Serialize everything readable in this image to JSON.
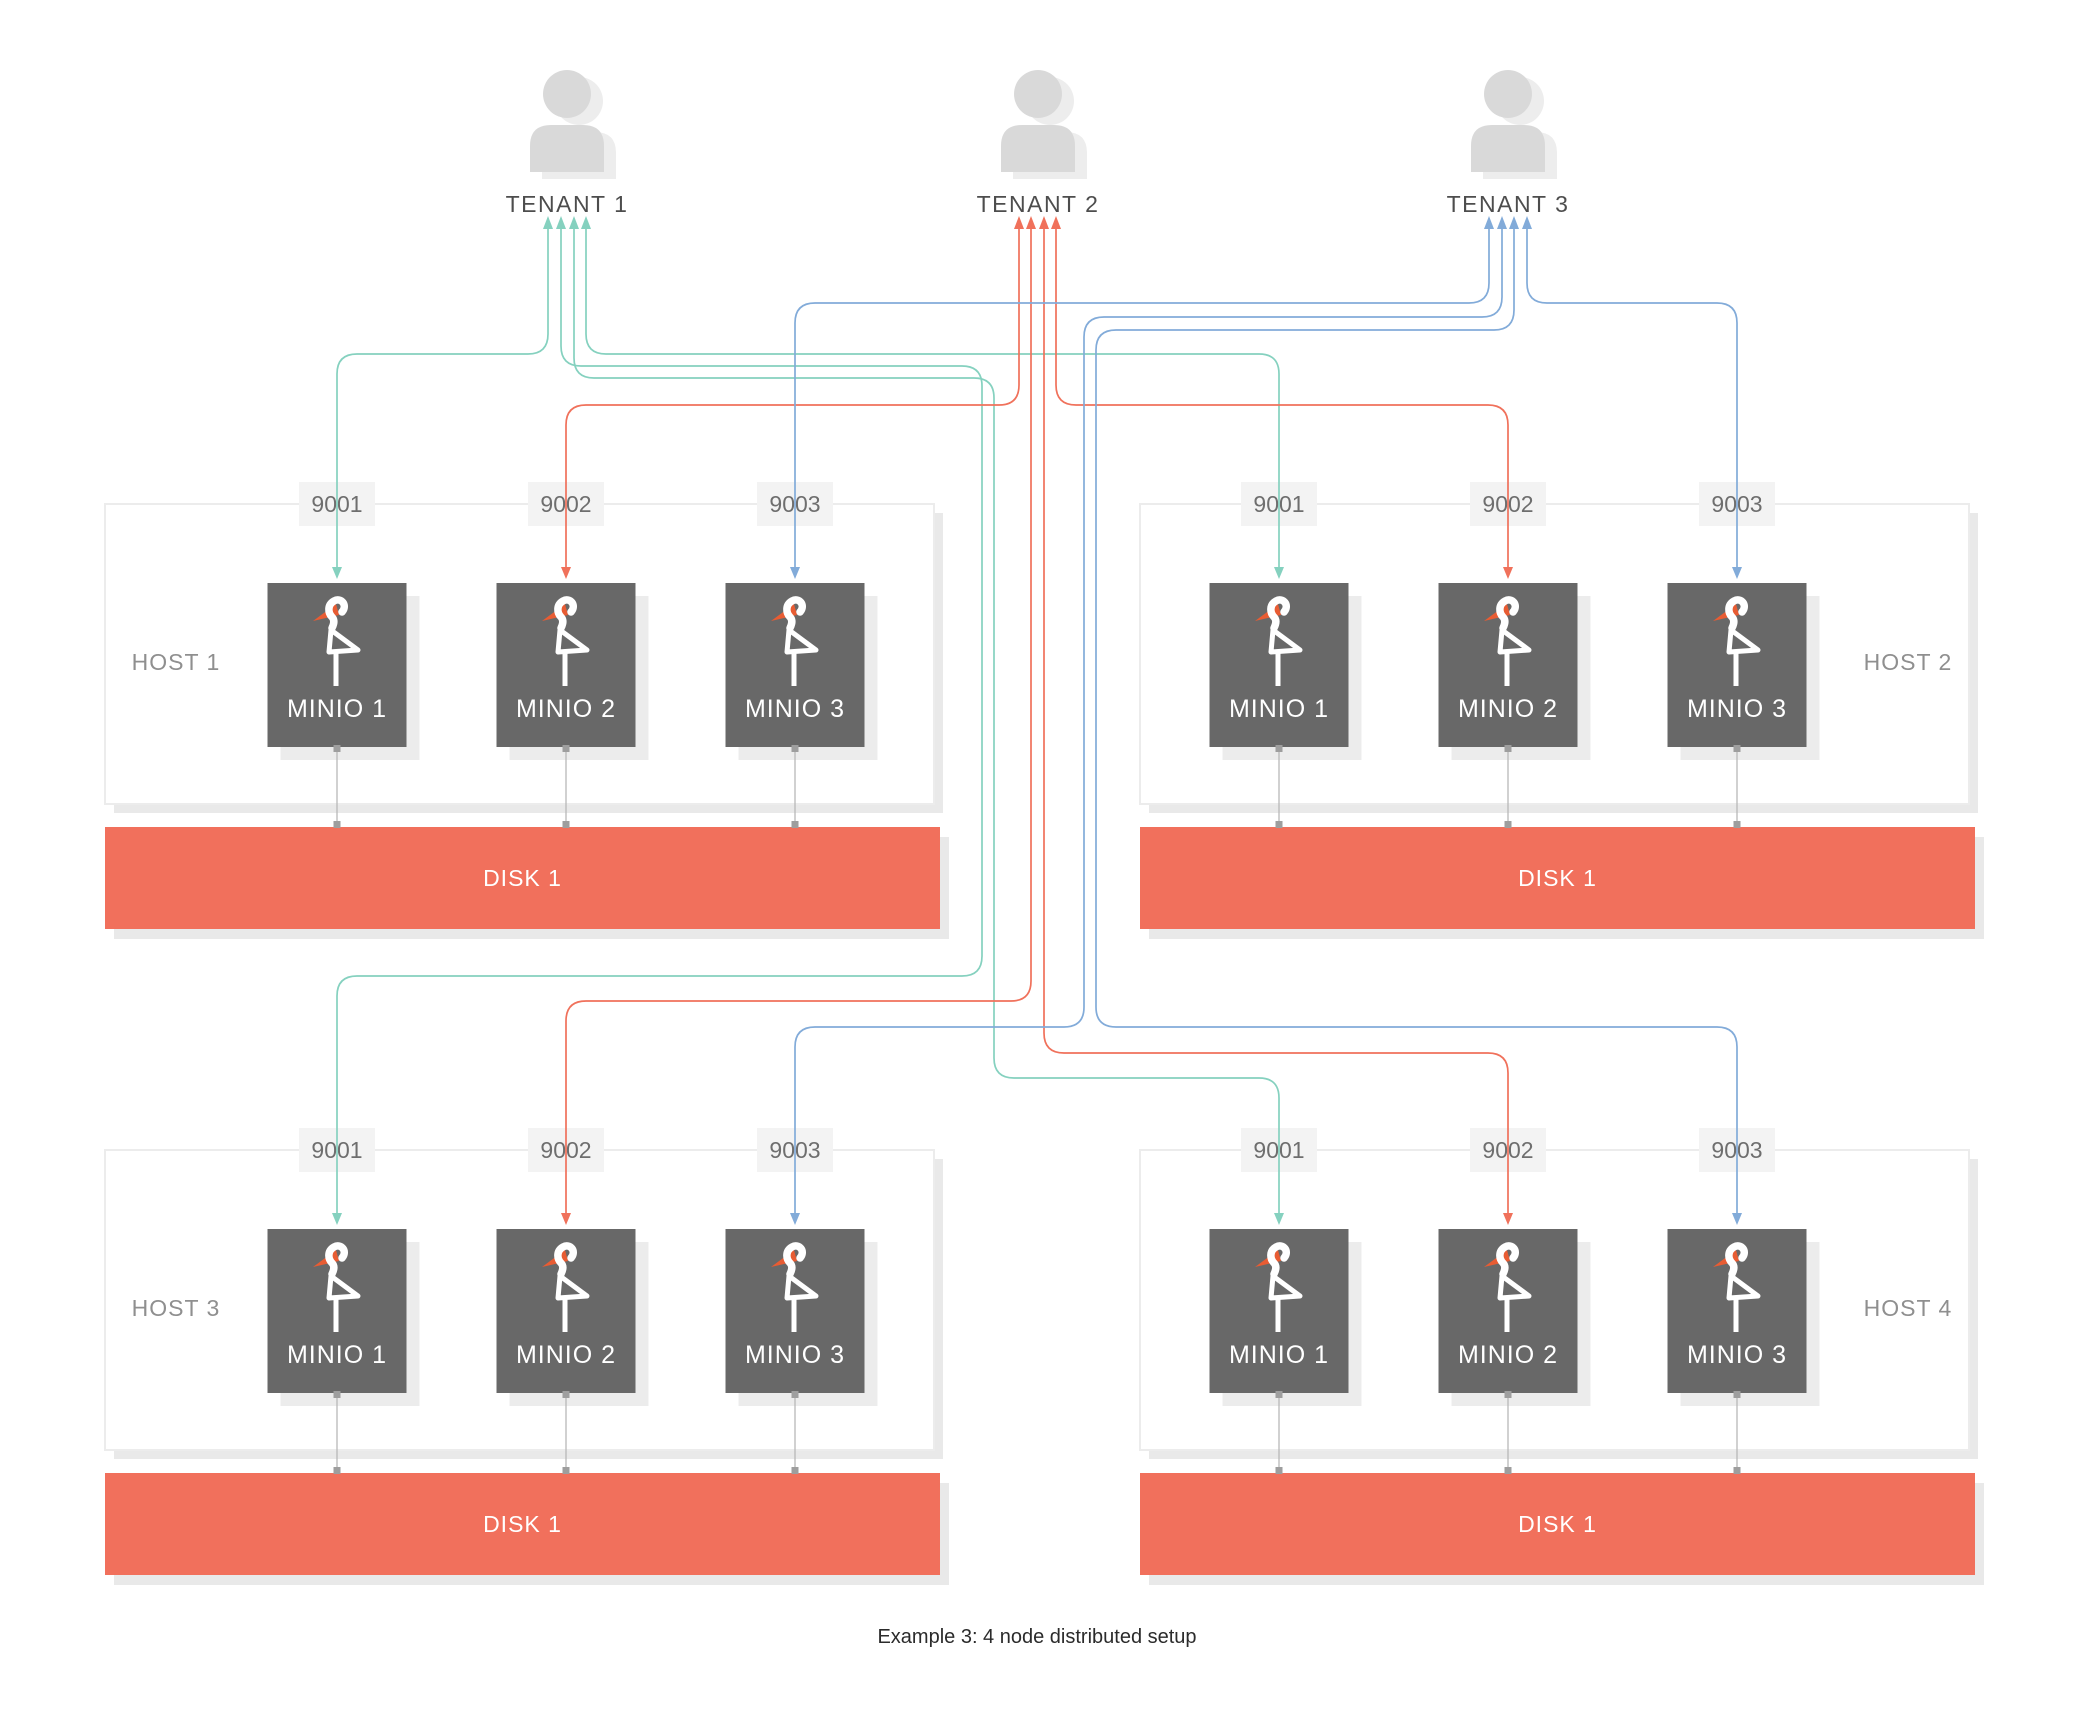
{
  "caption": "Example 3: 4 node distributed setup",
  "tenants": [
    {
      "id": "tenant-1",
      "label": "TENANT 1",
      "color": "#85d1bf"
    },
    {
      "id": "tenant-2",
      "label": "TENANT 2",
      "color": "#f0715b"
    },
    {
      "id": "tenant-3",
      "label": "TENANT 3",
      "color": "#82abd9"
    }
  ],
  "hosts": [
    {
      "id": "host-1",
      "label": "HOST 1",
      "label_side": "left",
      "ports": [
        "9001",
        "9002",
        "9003"
      ],
      "nodes": [
        "MINIO 1",
        "MINIO 2",
        "MINIO 3"
      ],
      "disk": "DISK 1"
    },
    {
      "id": "host-2",
      "label": "HOST 2",
      "label_side": "right",
      "ports": [
        "9001",
        "9002",
        "9003"
      ],
      "nodes": [
        "MINIO 1",
        "MINIO 2",
        "MINIO 3"
      ],
      "disk": "DISK 1"
    },
    {
      "id": "host-3",
      "label": "HOST 3",
      "label_side": "left",
      "ports": [
        "9001",
        "9002",
        "9003"
      ],
      "nodes": [
        "MINIO 1",
        "MINIO 2",
        "MINIO 3"
      ],
      "disk": "DISK 1"
    },
    {
      "id": "host-4",
      "label": "HOST 4",
      "label_side": "right",
      "ports": [
        "9001",
        "9002",
        "9003"
      ],
      "nodes": [
        "MINIO 1",
        "MINIO 2",
        "MINIO 3"
      ],
      "disk": "DISK 1"
    }
  ],
  "connections": [
    {
      "tenant": 0,
      "host": 0,
      "port": 0
    },
    {
      "tenant": 0,
      "host": 1,
      "port": 0
    },
    {
      "tenant": 0,
      "host": 2,
      "port": 0
    },
    {
      "tenant": 0,
      "host": 3,
      "port": 0
    },
    {
      "tenant": 1,
      "host": 0,
      "port": 1
    },
    {
      "tenant": 1,
      "host": 1,
      "port": 1
    },
    {
      "tenant": 1,
      "host": 2,
      "port": 1
    },
    {
      "tenant": 1,
      "host": 3,
      "port": 1
    },
    {
      "tenant": 2,
      "host": 0,
      "port": 2
    },
    {
      "tenant": 2,
      "host": 1,
      "port": 2
    },
    {
      "tenant": 2,
      "host": 2,
      "port": 2
    },
    {
      "tenant": 2,
      "host": 3,
      "port": 2
    }
  ],
  "colors": {
    "teal_line": "#85d1bf",
    "red_line": "#f0715b",
    "blue_line": "#82abd9",
    "disk_bar": "#f1705c",
    "minio_box": "#686868",
    "minio_beak": "#e85c33",
    "host_border": "#ececec",
    "port_badge_bg": "#f3f3f3",
    "port_text": "#6e6e6e",
    "host_text": "#8f8f8f",
    "tenant_text": "#4d4d4d",
    "caption_text": "#2b2b2b",
    "person_icon": "#d9d9d9",
    "shadow": "#e9e9e9",
    "link_line": "#b8b8b8",
    "link_square": "#9e9e9e"
  }
}
